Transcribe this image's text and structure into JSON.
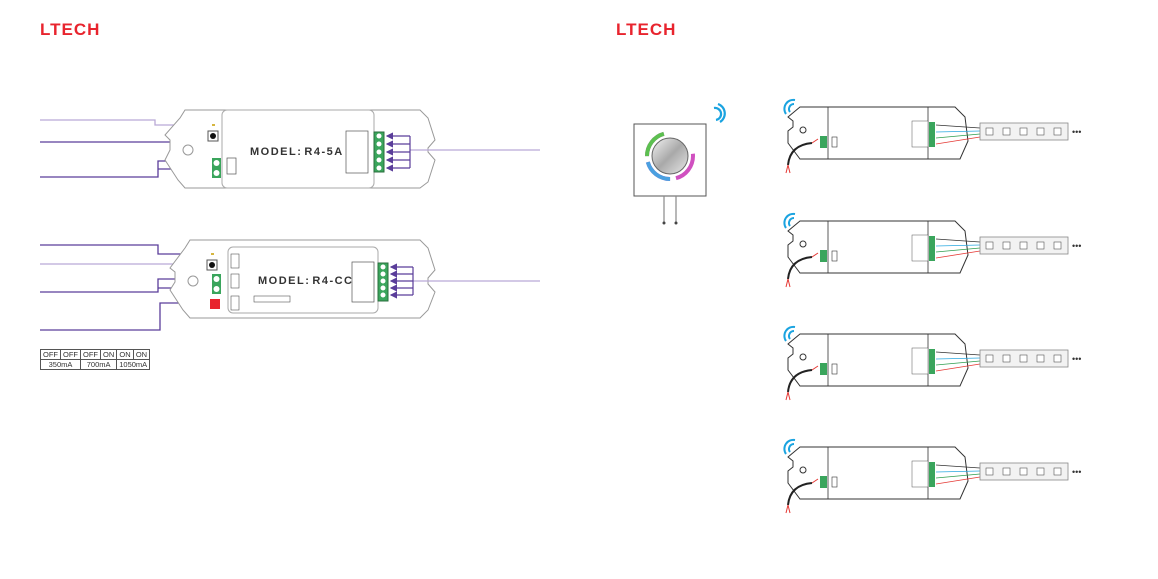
{
  "page": {
    "left": {
      "logo": "LTECH",
      "controllers": [
        {
          "model_prefix": "MODEL:",
          "model": "R4-5A"
        },
        {
          "model_prefix": "MODEL:",
          "model": "R4-CC"
        }
      ],
      "dip_table": {
        "switch_states": [
          "OFF",
          "OFF",
          "OFF",
          "ON",
          "ON",
          "ON"
        ],
        "currents": [
          "350mA",
          "700mA",
          "1050mA"
        ]
      }
    },
    "right": {
      "logo": "LTECH",
      "remote_panel": {
        "type": "touch-ring-dimmer",
        "signal": "wireless"
      },
      "receivers": [
        {
          "signal": "wireless",
          "output": "RGB LED strip"
        },
        {
          "signal": "wireless",
          "output": "RGB LED strip"
        },
        {
          "signal": "wireless",
          "output": "RGB LED strip"
        },
        {
          "signal": "wireless",
          "output": "RGB LED strip"
        }
      ],
      "strip_continuation": "•••"
    },
    "colors": {
      "brand": "#e8242e",
      "wire_dark": "#5a3d9a",
      "wire_light": "#b9a9d6",
      "terminal": "#3aa55c",
      "dip": "#e8242e",
      "signal": "#1aa3e0",
      "red_wire": "#e53935",
      "green_wire": "#2e9e4f",
      "blue_wire": "#29a8e0"
    }
  }
}
